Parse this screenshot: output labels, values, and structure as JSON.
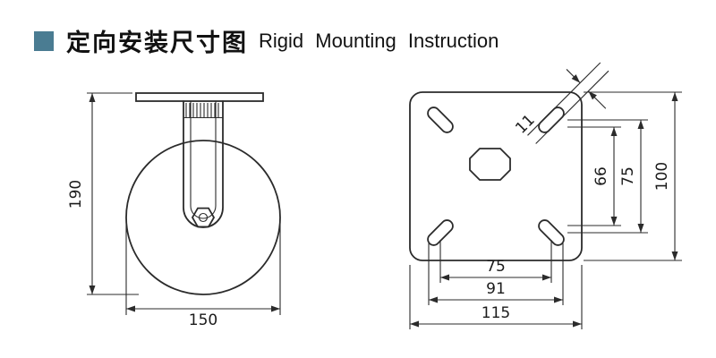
{
  "header": {
    "bullet_color": "#4A7C92",
    "title_cn": "定向安装尺寸图",
    "title_en": "Rigid Mounting Instruction"
  },
  "colors": {
    "line": "#2b2b2b",
    "accent": "#4A7C92"
  },
  "side_view": {
    "mount_height": "190",
    "wheel_diameter": "150"
  },
  "top_view": {
    "slot_width": "11",
    "pitch_inner_vertical": "66",
    "pitch_vertical": "75",
    "plate_depth": "100",
    "pitch_horizontal": "75",
    "pitch_outer_horizontal": "91",
    "plate_width": "115"
  }
}
